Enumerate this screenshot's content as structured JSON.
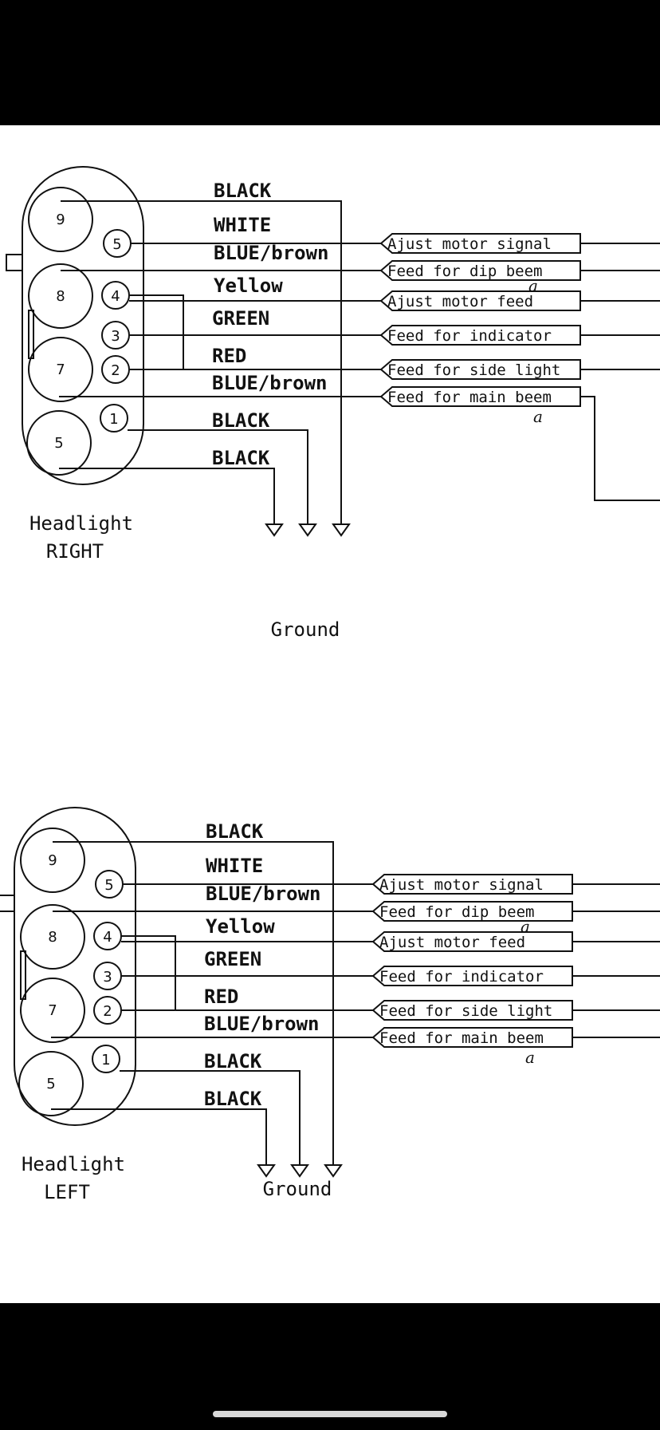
{
  "diagrams": [
    {
      "caption_line1": "Headlight",
      "caption_line2": "RIGHT",
      "ground": "Ground",
      "pins": [
        "9",
        "5",
        "8",
        "4",
        "3",
        "7",
        "2",
        "5",
        "1"
      ],
      "wires": [
        "BLACK",
        "WHITE",
        "BLUE/brown",
        "Yellow",
        "GREEN",
        "RED",
        "BLUE/brown",
        "BLACK",
        "BLACK"
      ],
      "feeds": [
        "Ajust motor signal",
        "Feed for dip beem",
        "Ajust motor feed",
        "Feed for indicator",
        "Feed for side light",
        "Feed for main beem"
      ],
      "annotations": [
        "a",
        "a"
      ]
    },
    {
      "caption_line1": "Headlight",
      "caption_line2": "LEFT",
      "ground": "Ground",
      "pins": [
        "9",
        "5",
        "8",
        "4",
        "3",
        "7",
        "2",
        "5",
        "1"
      ],
      "wires": [
        "BLACK",
        "WHITE",
        "BLUE/brown",
        "Yellow",
        "GREEN",
        "RED",
        "BLUE/brown",
        "BLACK",
        "BLACK"
      ],
      "feeds": [
        "Ajust motor signal",
        "Feed for dip beem",
        "Ajust motor feed",
        "Feed for indicator",
        "Feed for side light",
        "Feed for main beem"
      ],
      "annotations": [
        "a",
        "a"
      ]
    }
  ]
}
